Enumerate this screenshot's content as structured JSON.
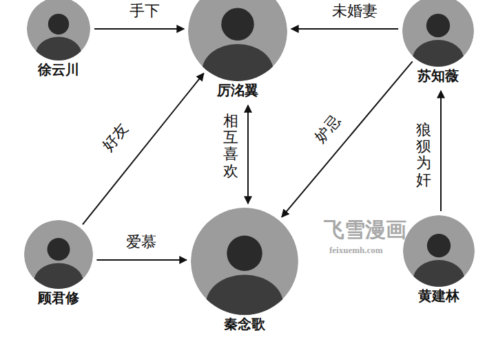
{
  "diagram": {
    "nodes": [
      {
        "text": [
          "徐云川"
        ]
      },
      {
        "text": [
          "厉洺翼"
        ]
      },
      {
        "text": [
          "苏知薇"
        ]
      },
      {
        "text": [
          "顾君修"
        ]
      },
      {
        "text": [
          "秦念歌"
        ]
      },
      {
        "text": [
          "黄建林"
        ]
      }
    ],
    "edges": [
      {
        "from": 0,
        "to": 1,
        "label": "手下",
        "arrow": "to"
      },
      {
        "from": 2,
        "to": 1,
        "label": "未婚妻",
        "arrow": "to"
      },
      {
        "from": 1,
        "to": 4,
        "label": "相互喜欢",
        "arrow": "both"
      },
      {
        "from": 3,
        "to": 1,
        "label": "好友",
        "arrow": "to"
      },
      {
        "from": 3,
        "to": 4,
        "label": "爱慕",
        "arrow": "to"
      },
      {
        "from": 2,
        "to": 4,
        "label": "妒忌",
        "arrow": "to"
      },
      {
        "from": 5,
        "to": 2,
        "label": "狼狈为奸",
        "arrow": "to"
      }
    ],
    "labels": [
      "飞雪漫画",
      "feixuemh.com"
    ]
  }
}
